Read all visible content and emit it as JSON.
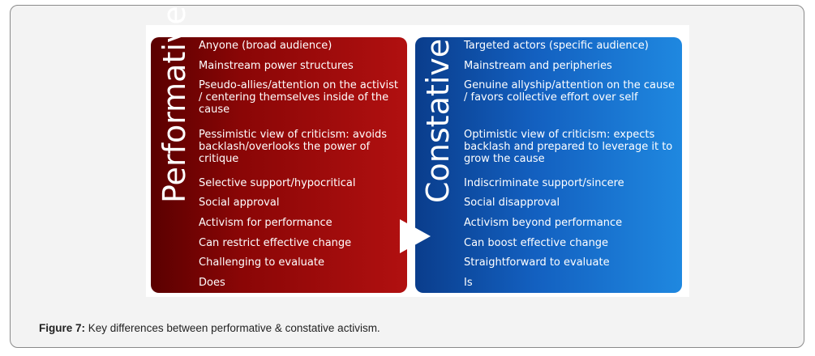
{
  "figure": {
    "left_title": "Performative",
    "right_title": "Constative",
    "left_items": [
      "Anyone (broad audience)",
      "Mainstream power structures",
      "Pseudo-allies/attention on the activist / centering themselves inside of the cause",
      "Pessimistic view of criticism: avoids backlash/overlooks the power of critique",
      "Selective support/hypocritical",
      "Social approval",
      "Activism for performance",
      "Can restrict effective change",
      "Challenging to evaluate",
      "Does"
    ],
    "right_items": [
      "Targeted actors (specific audience)",
      "Mainstream and peripheries",
      "Genuine allyship/attention on the cause / favors collective effort over self",
      "Optimistic view of criticism: expects backlash and prepared to leverage it to grow the cause",
      "Indiscriminate support/sincere",
      "Social disapproval",
      "Activism beyond performance",
      "Can boost effective change",
      "Straightforward to evaluate",
      "Is"
    ],
    "colors": {
      "performative": "#9b0b0b",
      "constative": "#1565c8",
      "arrow": "#ffffff"
    }
  },
  "caption": {
    "label": "Figure 7:",
    "text": " Key differences between performative & constative activism."
  }
}
